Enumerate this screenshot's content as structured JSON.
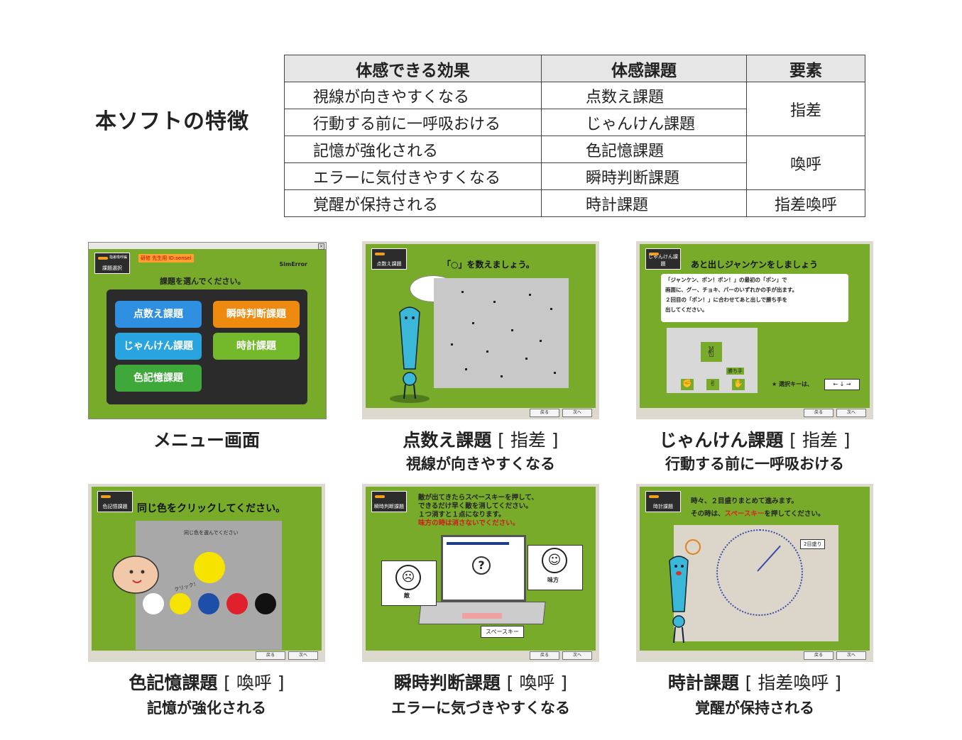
{
  "heading": "本ソフトの特徴",
  "table": {
    "headers": [
      "体感できる効果",
      "体感課題",
      "要素"
    ],
    "rows": [
      {
        "effect": "視線が向きやすくなる",
        "task": "点数え課題"
      },
      {
        "effect": "行動する前に一呼吸おける",
        "task": "じゃんけん課題"
      },
      {
        "effect": "記憶が強化される",
        "task": "色記憶課題"
      },
      {
        "effect": "エラーに気付きやすくなる",
        "task": "瞬時判断課題"
      },
      {
        "effect": "覚醒が保持される",
        "task": "時計課題"
      }
    ],
    "elements": [
      "指差",
      "喚呼",
      "指差喚呼"
    ]
  },
  "nav": {
    "back": "戻る",
    "next": "次へ"
  },
  "menu": {
    "app_small": "指差喚呼編",
    "tag": "課題選択",
    "user": "研修 先生用 ID:sensei",
    "logo": "SimError",
    "prompt": "課題を選んでください。",
    "buttons": {
      "count": "点数え課題",
      "instant": "瞬時判断課題",
      "janken": "じゃんけん課題",
      "clock": "時計課題",
      "color": "色記憶課題"
    },
    "caption": "メニュー画面"
  },
  "count": {
    "tag": "点数え課題",
    "instruction": "「○」を数えましょう。",
    "caption": "点数え課題",
    "element": "[ 指差 ]",
    "effect": "視線が向きやすくなる"
  },
  "janken": {
    "tag": "じゃんけん課題",
    "instruction": "あと出しジャンケンをしましょう",
    "box_line1": "「ジャンケン、ポン！ポン！」の最初の「ポン」で",
    "box_line2": "画面に、グー、チョキ、パーのいずれかの手が出ます。",
    "box_line3": "２回目の「ポン！」に合わせてあと出しで勝ち手を",
    "box_line4": "出してください。",
    "win_label": "勝ち手",
    "select_label": "★ 選択キーは、",
    "caption": "じゃんけん課題",
    "element": "[ 指差 ]",
    "effect": "行動する前に一呼吸おける"
  },
  "color": {
    "tag": "色記憶課題",
    "instruction": "同じ色をクリックしてください。",
    "inner_label": "同じ色を選んでください",
    "click_label": "クリック！",
    "caption": "色記憶課題",
    "element": "[ 喚呼 ]",
    "effect": "記憶が強化される"
  },
  "instant": {
    "tag": "瞬時判断課題",
    "line1": "敵が出てきたらスペースキーを押して、",
    "line2": "できるだけ早く敵を消してください。",
    "line3": "１つ消すと１点になります。",
    "line4": "味方の時は消さないでください。",
    "enemy": "敵",
    "ally": "味方",
    "space": "スペースキー",
    "caption": "瞬時判断課題",
    "element": "[ 喚呼 ]",
    "effect": "エラーに気づきやすくなる"
  },
  "clock": {
    "tag": "時計課題",
    "line1": "時々、２目盛りまとめて進みます。",
    "line2a": "その時は、",
    "line2b": "スペースキー",
    "line2c": "を押してください。",
    "badge": "2目盛り",
    "caption": "時計課題",
    "element": "[ 指差喚呼 ]",
    "effect": "覚醒が保持される"
  },
  "colors": {
    "green": "#78ab2a",
    "red": "#e0202a",
    "blue": "#1d4fa8",
    "yellow": "#f6e400"
  }
}
